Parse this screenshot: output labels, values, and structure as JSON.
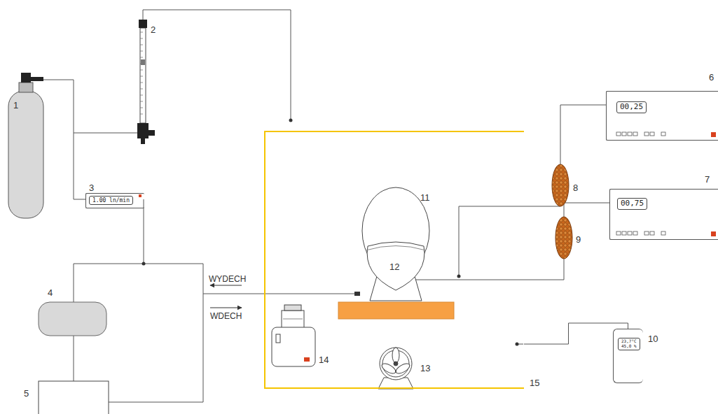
{
  "diagram": {
    "nodes": [
      {
        "text": [
          "15"
        ]
      },
      {
        "text": [
          "1.00 ln/min"
        ]
      },
      {
        "text": [
          "00,25"
        ]
      },
      {
        "text": [
          "00,75"
        ]
      },
      {
        "text": [
          "23,7°C",
          "45,0 %"
        ]
      }
    ],
    "edges": [
      {
        "from": 4,
        "to": 0,
        "arrow": "none"
      }
    ],
    "labels": [
      "1",
      "2",
      "3",
      "4",
      "5",
      "6",
      "7",
      "8",
      "9",
      "10",
      "11",
      "12",
      "13",
      "14",
      "WYDECH",
      "WDECH"
    ]
  }
}
